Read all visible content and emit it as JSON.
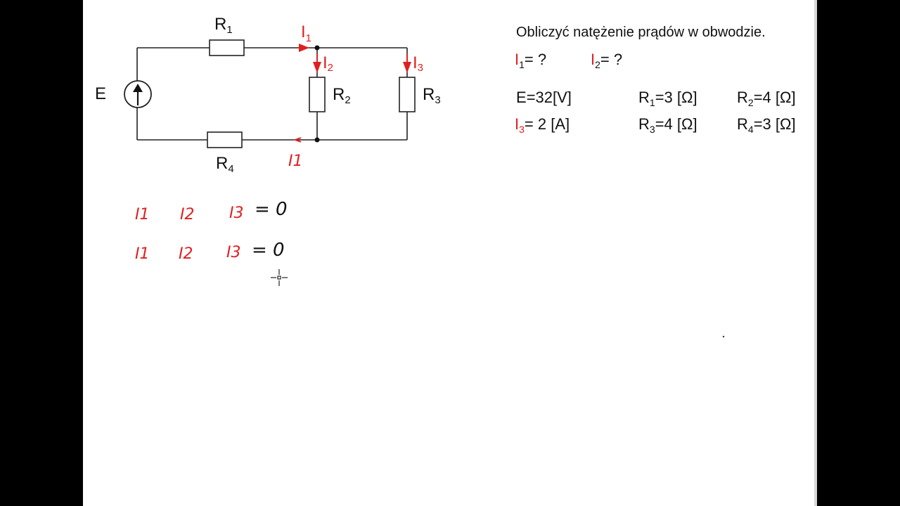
{
  "problem": {
    "title": "Obliczyć natężenie prądów  w obwodzie.",
    "unknowns": [
      {
        "sym": "I",
        "sub": "1",
        "rest": "= ?"
      },
      {
        "sym": "I",
        "sub": "2",
        "rest": "= ?"
      }
    ],
    "givens": [
      {
        "sym": "E",
        "sub": "",
        "rest": "=32[V]",
        "red": false
      },
      {
        "sym": "R",
        "sub": "1",
        "rest": "=3 [Ω]",
        "red": false
      },
      {
        "sym": "R",
        "sub": "2",
        "rest": "=4 [Ω]",
        "red": false
      },
      {
        "sym": "I",
        "sub": "3",
        "rest": "= 2  [A]",
        "red": true
      },
      {
        "sym": "R",
        "sub": "3",
        "rest": "=4 [Ω]",
        "red": false
      },
      {
        "sym": "R",
        "sub": "4",
        "rest": "=3 [Ω]",
        "red": false
      }
    ]
  },
  "circuit": {
    "source_label": "E",
    "resistors": [
      {
        "sym": "R",
        "sub": "1"
      },
      {
        "sym": "R",
        "sub": "2"
      },
      {
        "sym": "R",
        "sub": "3"
      },
      {
        "sym": "R",
        "sub": "4"
      }
    ],
    "currents": [
      {
        "sym": "I",
        "sub": "1"
      },
      {
        "sym": "I",
        "sub": "2"
      },
      {
        "sym": "I",
        "sub": "3"
      }
    ],
    "return_current": "I1"
  },
  "handwriting": {
    "lines": [
      {
        "terms": [
          "I1",
          "I2",
          "I3"
        ],
        "rhs": "= 0"
      },
      {
        "terms": [
          "I1",
          "I2",
          "I3"
        ],
        "rhs": "= 0"
      }
    ]
  },
  "colors": {
    "ink": "#111111",
    "accent_red": "#e02020",
    "board": "#ffffff",
    "frame": "#000000"
  }
}
